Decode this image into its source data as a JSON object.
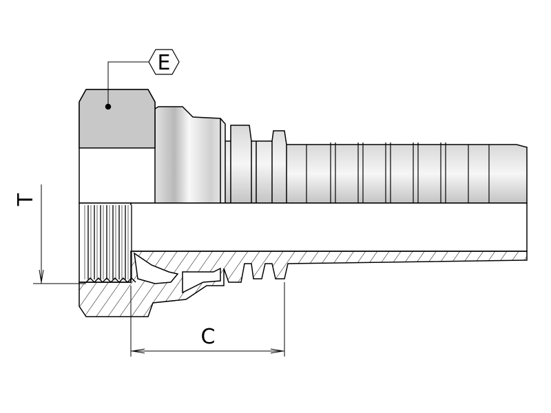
{
  "drawing": {
    "labels": {
      "hex_size": "E",
      "thread": "T",
      "length": "C"
    },
    "colors": {
      "outline": "#000000",
      "hex_face": "#c8c8c8",
      "metal_light": "#f4f4f4",
      "metal_dark": "#b4b4b4"
    }
  }
}
